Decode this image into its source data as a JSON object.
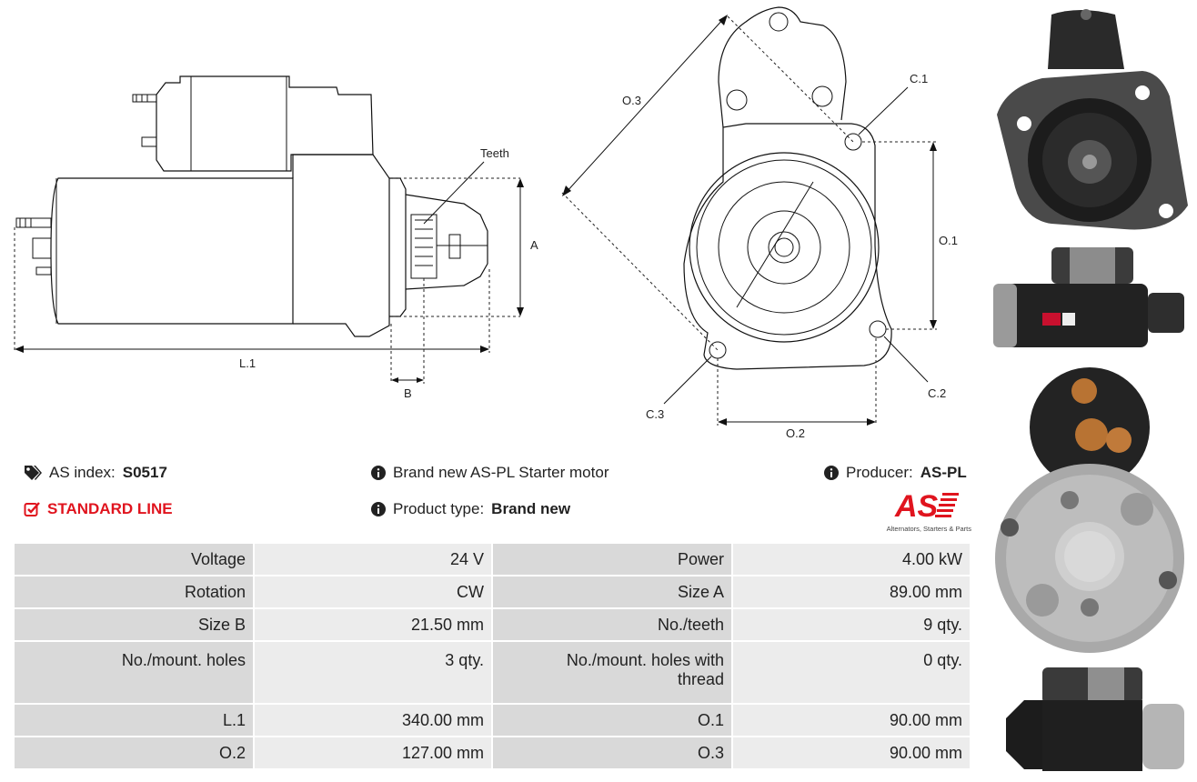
{
  "drawing": {
    "labels": {
      "teeth": "Teeth",
      "a": "A",
      "b": "B",
      "l1": "L.1",
      "o1": "O.1",
      "o2": "O.2",
      "o3": "O.3",
      "c1": "C.1",
      "c2": "C.2",
      "c3": "C.3"
    }
  },
  "info": {
    "as_index_label": "AS index:",
    "as_index_value": "S0517",
    "standard_line": "STANDARD LINE",
    "description": "Brand new AS-PL Starter motor",
    "product_type_label": "Product type:",
    "product_type_value": "Brand new",
    "producer_label": "Producer:",
    "producer_value": "AS-PL",
    "logo_text": "AS",
    "logo_tagline": "Alternators, Starters & Parts"
  },
  "specs": [
    {
      "k1": "Voltage",
      "v1": "24 V",
      "k2": "Power",
      "v2": "4.00 kW"
    },
    {
      "k1": "Rotation",
      "v1": "CW",
      "k2": "Size A",
      "v2": "89.00 mm"
    },
    {
      "k1": "Size B",
      "v1": "21.50 mm",
      "k2": "No./teeth",
      "v2": "9 qty."
    },
    {
      "k1": "No./mount. holes",
      "v1": "3 qty.",
      "k2": "No./mount. holes with thread",
      "v2": "0 qty."
    },
    {
      "k1": "L.1",
      "v1": "340.00 mm",
      "k2": "O.1",
      "v2": "90.00 mm"
    },
    {
      "k1": "O.2",
      "v1": "127.00 mm",
      "k2": "O.3",
      "v2": "90.00 mm"
    }
  ],
  "colors": {
    "accent_red": "#e0141e",
    "key_cell": "#d9d9d9",
    "value_cell": "#ececec"
  },
  "icons": [
    "tags-icon",
    "check-square-icon",
    "info-circle-icon"
  ]
}
